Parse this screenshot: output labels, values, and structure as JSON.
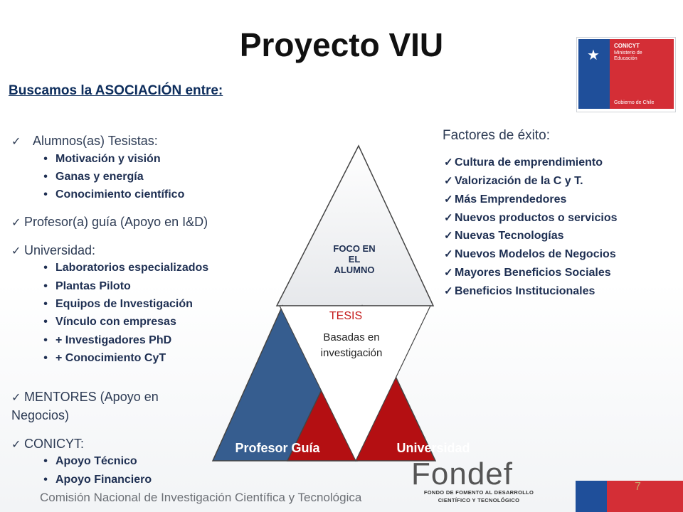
{
  "title": "Proyecto VIU",
  "logo": {
    "brand": "CONICYT",
    "ministry_line1": "Ministerio de",
    "ministry_line2": "Educación",
    "gov": "Gobierno de Chile"
  },
  "left": {
    "heading": "Buscamos la ASOCIACIÓN entre:",
    "items": [
      {
        "label": "Alumnos(as) Tesistas:",
        "subs": [
          "Motivación y visión",
          "Ganas y energía",
          "Conocimiento científico"
        ]
      },
      {
        "label": "Profesor(a) guía (Apoyo en I&D)",
        "subs": []
      },
      {
        "label": "Universidad:",
        "subs": [
          "Laboratorios especializados",
          "Plantas Piloto",
          "Equipos de Investigación",
          "Vínculo con empresas",
          "+ Investigadores PhD",
          "+ Conocimiento CyT"
        ]
      },
      {
        "label": "MENTORES (Apoyo en",
        "label2": "Negocios)",
        "subs": []
      },
      {
        "label": "CONICYT:",
        "subs": [
          "Apoyo Técnico",
          "Apoyo Financiero"
        ]
      }
    ]
  },
  "right": {
    "heading": "Factores de éxito:",
    "items": [
      "Cultura de emprendimiento",
      "Valorización de la C y T.",
      "Más Emprendedores",
      "Nuevos productos o servicios",
      "Nuevas Tecnologías",
      "Nuevos Modelos de Negocios",
      "Mayores Beneficios Sociales",
      "Beneficios Institucionales"
    ]
  },
  "triangle": {
    "top_line1": "FOCO EN",
    "top_line2": "EL",
    "top_line3": "ALUMNO",
    "center_title": "TESIS",
    "center_line1": "Basadas en",
    "center_line2": "investigación",
    "left_label": "Profesor Guía",
    "right_label": "Universidad",
    "colors": {
      "top": "#eeeff1",
      "left": "#365d8f",
      "right": "#b40f12",
      "center": "#ffffff",
      "tesis": "#c41a1a"
    }
  },
  "fondef": {
    "word": "Fondef",
    "line1": "FONDO DE FOMENTO AL DESARROLLO",
    "line2": "CIENTÍFICO Y TECNOLÓGICO"
  },
  "footer": {
    "text": "Comisión Nacional de Investigación Científica y Tecnológica",
    "page": "7"
  }
}
